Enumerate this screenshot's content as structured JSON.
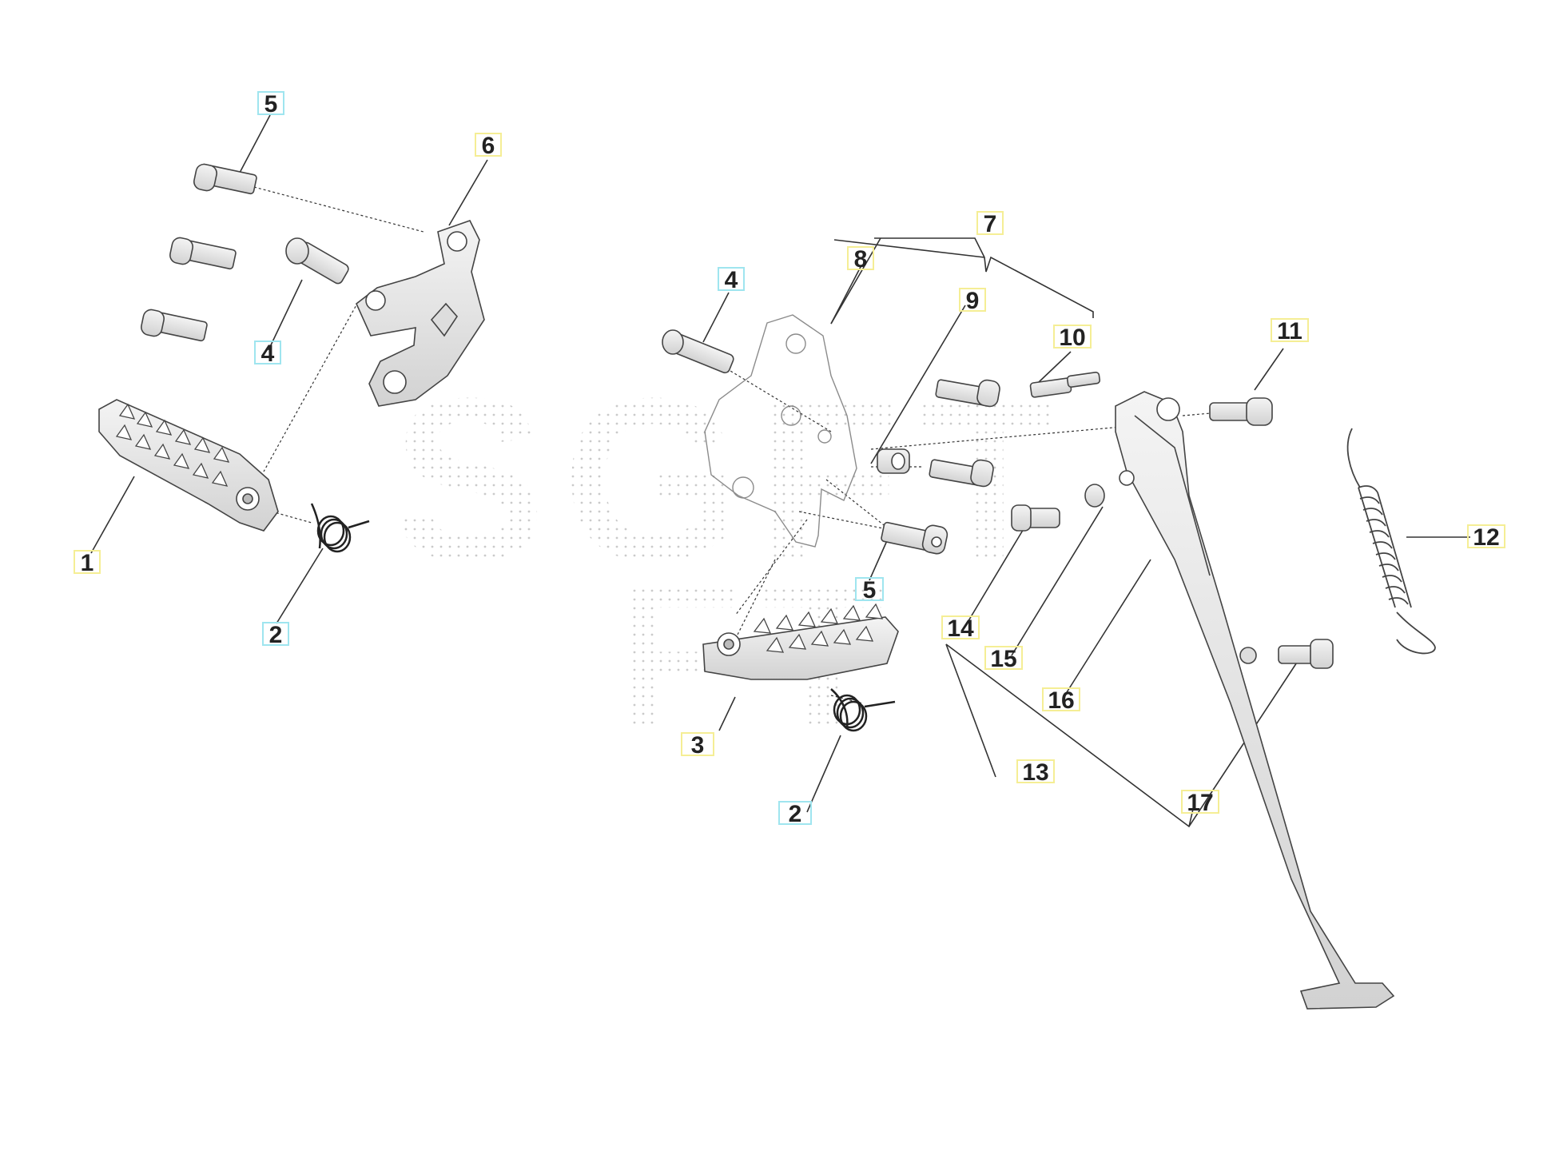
{
  "diagram": {
    "watermark": "SGFT",
    "callouts": [
      {
        "key": "c5a",
        "text": "5",
        "style": "cyan"
      },
      {
        "key": "c6",
        "text": "6",
        "style": "yellow"
      },
      {
        "key": "c4a",
        "text": "4",
        "style": "cyan"
      },
      {
        "key": "c1",
        "text": "1",
        "style": "yellow"
      },
      {
        "key": "c2a",
        "text": "2",
        "style": "cyan"
      },
      {
        "key": "c7",
        "text": "7",
        "style": "yellow"
      },
      {
        "key": "c8",
        "text": "8",
        "style": "yellow"
      },
      {
        "key": "c4b",
        "text": "4",
        "style": "cyan"
      },
      {
        "key": "c9",
        "text": "9",
        "style": "yellow"
      },
      {
        "key": "c10",
        "text": "10",
        "style": "yellow"
      },
      {
        "key": "c11",
        "text": "11",
        "style": "yellow"
      },
      {
        "key": "c12",
        "text": "12",
        "style": "yellow"
      },
      {
        "key": "c5b",
        "text": "5",
        "style": "cyan"
      },
      {
        "key": "c14",
        "text": "14",
        "style": "yellow"
      },
      {
        "key": "c15",
        "text": "15",
        "style": "yellow"
      },
      {
        "key": "c16",
        "text": "16",
        "style": "yellow"
      },
      {
        "key": "c3",
        "text": "3",
        "style": "yellow"
      },
      {
        "key": "c13",
        "text": "13",
        "style": "yellow"
      },
      {
        "key": "c17",
        "text": "17",
        "style": "yellow"
      },
      {
        "key": "c2b",
        "text": "2",
        "style": "cyan"
      }
    ],
    "colors": {
      "callout_yellow_border": "#f5ee95",
      "callout_cyan_border": "#9fe5ef",
      "line": "#333333",
      "part_outline": "#444444",
      "watermark_dots": "#bbbbbb"
    }
  }
}
